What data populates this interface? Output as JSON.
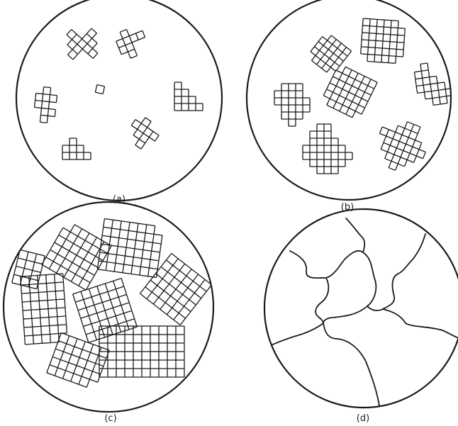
{
  "panels": [
    {
      "label": "(a)"
    },
    {
      "label": "(b)"
    },
    {
      "label": "(c)"
    },
    {
      "label": "(d)"
    }
  ],
  "colors": {
    "ink": "#1a1a1a",
    "background": "#ffffff"
  }
}
